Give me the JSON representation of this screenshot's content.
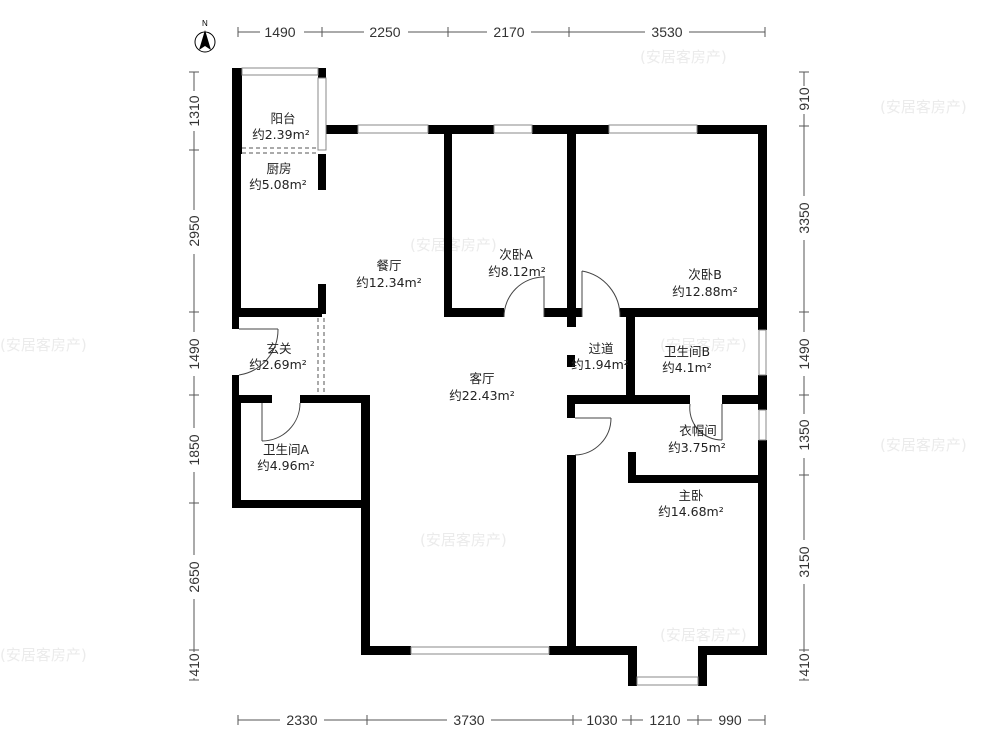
{
  "compass": {
    "label": "N"
  },
  "watermark": "(安居客房产)",
  "dimensions": {
    "top": [
      "1490",
      "2250",
      "2170",
      "3530"
    ],
    "bottom": [
      "2330",
      "3730",
      "1030",
      "1210",
      "990"
    ],
    "left": [
      "1310",
      "2950",
      "1490",
      "1850",
      "2650",
      "410"
    ],
    "right": [
      "910",
      "3350",
      "1490",
      "1350",
      "3150",
      "410"
    ]
  },
  "rooms": [
    {
      "name": "阳台",
      "area": "约2.39m²"
    },
    {
      "name": "厨房",
      "area": "约5.08m²"
    },
    {
      "name": "餐厅",
      "area": "约12.34m²"
    },
    {
      "name": "次卧A",
      "area": "约8.12m²"
    },
    {
      "name": "次卧B",
      "area": "约12.88m²"
    },
    {
      "name": "玄关",
      "area": "约2.69m²"
    },
    {
      "name": "客厅",
      "area": "约22.43m²"
    },
    {
      "name": "过道",
      "area": "约1.94m²"
    },
    {
      "name": "卫生间B",
      "area": "约4.1m²"
    },
    {
      "name": "衣帽间",
      "area": "约3.75m²"
    },
    {
      "name": "卫生间A",
      "area": "约4.96m²"
    },
    {
      "name": "主卧",
      "area": "约14.68m²"
    }
  ]
}
